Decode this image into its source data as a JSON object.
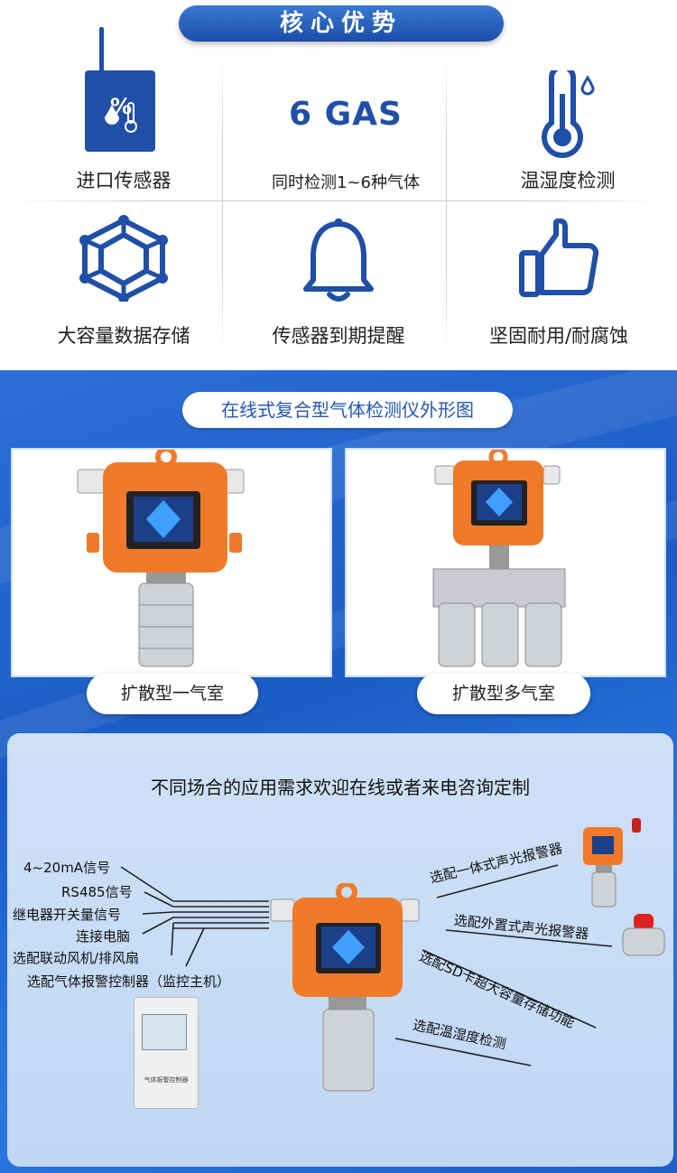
{
  "advantages": {
    "title": "核心优势",
    "items": [
      {
        "icon": "sensor-chip-icon",
        "label": "进口传感器"
      },
      {
        "headline": "6 GAS",
        "icon": "six-gas-text",
        "label": "同时检测1~6种气体"
      },
      {
        "icon": "thermometer-drop-icon",
        "label": "温湿度检测"
      },
      {
        "icon": "hexagon-network-icon",
        "label": "大容量数据存储"
      },
      {
        "icon": "bell-icon",
        "label": "传感器到期提醒"
      },
      {
        "icon": "thumbs-up-icon",
        "label": "坚固耐用/耐腐蚀"
      }
    ]
  },
  "appearance": {
    "title": "在线式复合型气体检测仪外形图",
    "products": [
      {
        "caption": "扩散型一气室"
      },
      {
        "caption": "扩散型多气室"
      }
    ]
  },
  "application": {
    "title": "不同场合的应用需求欢迎在线或者来电咨询定制",
    "left_outputs": [
      "4~20mA信号",
      "RS485信号",
      "继电器开关量信号",
      "连接电脑",
      "选配联动风机/排风扇",
      "选配气体报警控制器（监控主机）"
    ],
    "controller_label": "气体报警控制器",
    "right_options": [
      "选配一体式声光报警器",
      "选配外置式声光报警器",
      "选配SD卡超大容量存储功能",
      "选配温湿度检测"
    ]
  },
  "colors": {
    "brand_blue": "#1f4fa6",
    "device_orange": "#f07a2a",
    "panel_blue": "#c9ddf6"
  }
}
